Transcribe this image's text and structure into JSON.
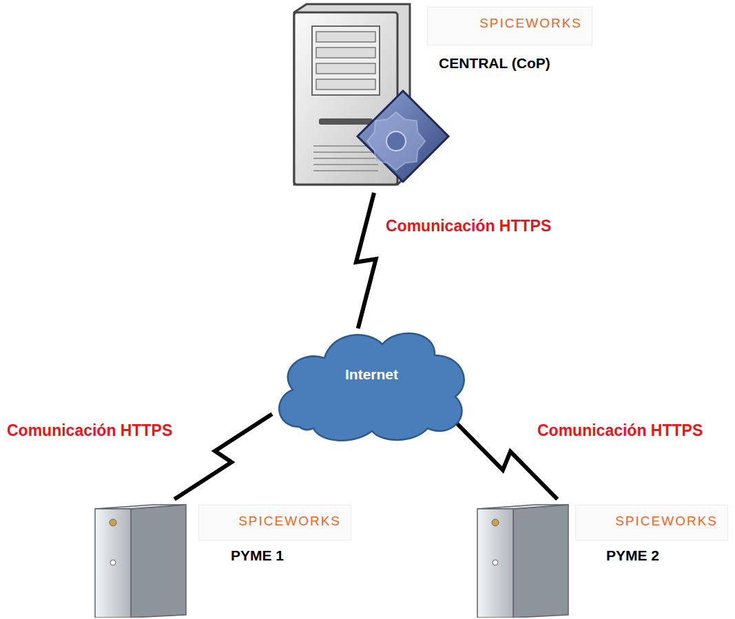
{
  "diagram": {
    "nodes": [
      {
        "text": [
          "SPICEWORKS",
          "CENTRAL (CoP)"
        ]
      },
      {
        "text": [
          "Internet"
        ]
      },
      {
        "text": [
          "SPICEWORKS",
          "PYME 1"
        ]
      },
      {
        "text": [
          "SPICEWORKS",
          "PYME 2"
        ]
      }
    ],
    "edges": [
      {
        "from": 0,
        "to": 1,
        "arrow": "none",
        "label": "Comunicación HTTPS"
      },
      {
        "from": 1,
        "to": 2,
        "arrow": "none",
        "label": "Comunicación HTTPS"
      },
      {
        "from": 1,
        "to": 3,
        "arrow": "none",
        "label": "Comunicación HTTPS"
      }
    ]
  }
}
